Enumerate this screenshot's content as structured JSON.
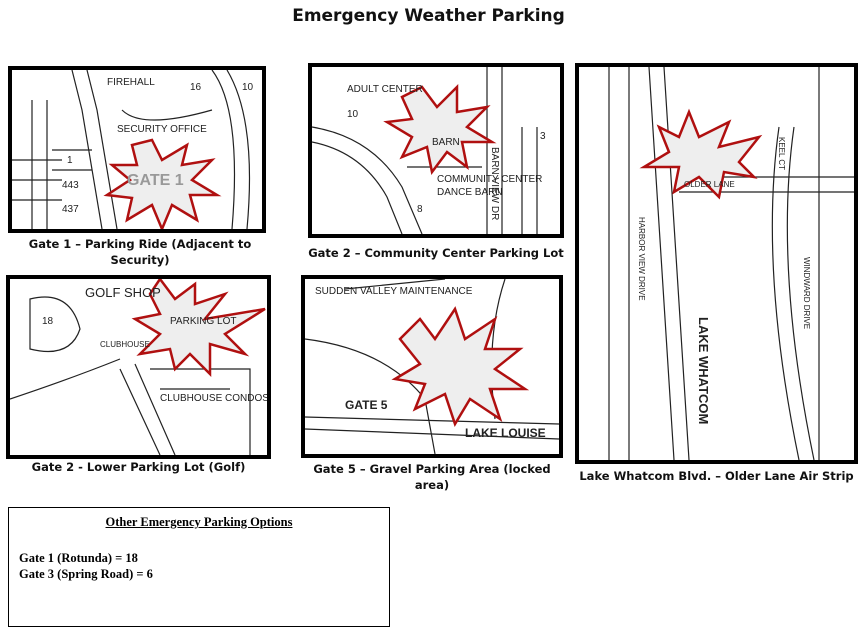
{
  "title": "Emergency Weather Parking",
  "maps": [
    {
      "caption": "Gate 1 – Parking Ride (Adjacent to Security)",
      "labels": [
        "FIREHALL",
        "SECURITY OFFICE",
        "GATE 1",
        "443",
        "437",
        "1",
        "16",
        "10"
      ]
    },
    {
      "caption": "Gate 2 – Community Center Parking Lot",
      "labels": [
        "ADULT CENTER",
        "10",
        "BARN",
        "COMMUNITY CENTER",
        "DANCE BARN",
        "8",
        "BARN VIEW DR",
        "3"
      ]
    },
    {
      "caption": "Gate 2 - Lower Parking Lot (Golf)",
      "labels": [
        "GOLF SHOP",
        "18",
        "PARKING LOT",
        "CLUBHOUSE",
        "CLUBHOUSE CONDOS"
      ]
    },
    {
      "caption": "Gate 5 – Gravel Parking Area (locked area)",
      "labels": [
        "SUDDEN VALLEY MAINTENANCE",
        "GATE 5",
        "LAKE LOUISE"
      ]
    },
    {
      "caption": "Lake Whatcom Blvd. – Older Lane Air Strip",
      "labels": [
        "OLDER LANE",
        "HARBOR VIEW DRIVE",
        "LAKE WHATCOM",
        "WINDWARD DRIVE",
        "KEEL CT"
      ]
    }
  ],
  "other_options": {
    "heading": "Other Emergency  Parking Options",
    "lines": [
      "Gate  1 (Rotunda)  = 18",
      "Gate  3 (Spring Road)  = 6"
    ]
  }
}
